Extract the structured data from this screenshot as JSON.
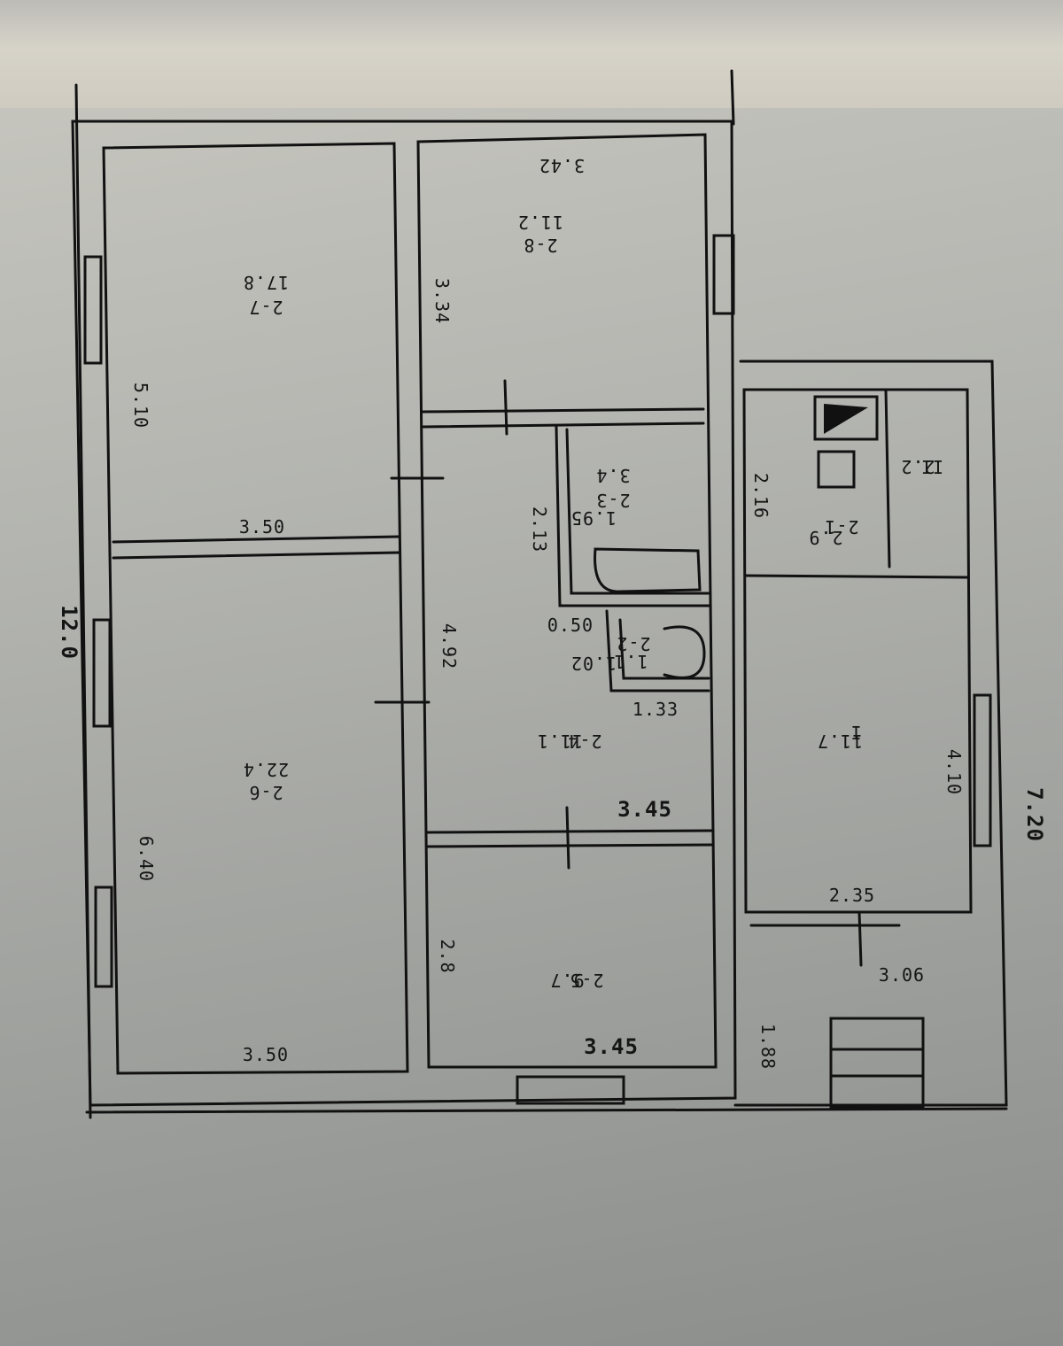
{
  "floor_plan": {
    "overall": {
      "width": "12.0",
      "depth": "7.20"
    },
    "rooms": [
      {
        "id": "2-7",
        "area": "17.8",
        "dims": [
          "5.10",
          "3.50"
        ]
      },
      {
        "id": "2-6",
        "area": "22.4",
        "dims": [
          "6.40",
          "3.50"
        ]
      },
      {
        "id": "2-8",
        "area": "11.2",
        "dims": [
          "3.42",
          "3.34"
        ]
      },
      {
        "id": "2-3",
        "area": "3.4",
        "dims": [
          "2.13",
          "1.95"
        ]
      },
      {
        "id": "2-2",
        "area": "1.1",
        "dims": [
          "0.50",
          "1.02",
          "1.33"
        ]
      },
      {
        "id": "2-4",
        "area": "11.1",
        "dims": [
          "4.92",
          "3.45"
        ]
      },
      {
        "id": "2-5",
        "area": "9.7",
        "dims": [
          "2.8",
          "3.45"
        ]
      },
      {
        "id": "2-1",
        "area": "2.9",
        "dims": [
          "2.16"
        ]
      },
      {
        "id": "II",
        "area": "2.2",
        "dims": []
      },
      {
        "id": "I",
        "area": "11.7",
        "dims": [
          "4.10",
          "2.35",
          "3.06",
          "1.88"
        ]
      }
    ]
  }
}
